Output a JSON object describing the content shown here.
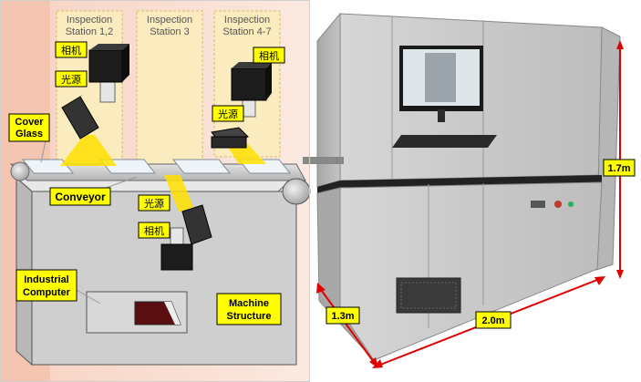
{
  "stations": [
    {
      "line1": "Inspection",
      "line2": "Station 1,2"
    },
    {
      "line1": "Inspection",
      "line2": "Station 3"
    },
    {
      "line1": "Inspection",
      "line2": "Station 4-7"
    }
  ],
  "labels": {
    "camera": "相机",
    "light_source": "光源",
    "cover_glass_1": "Cover",
    "cover_glass_2": "Glass",
    "conveyor": "Conveyor",
    "industrial_computer_1": "Industrial",
    "industrial_computer_2": "Computer",
    "machine_structure_1": "Machine",
    "machine_structure_2": "Structure"
  },
  "dimensions": {
    "height": "1.7m",
    "depth": "1.3m",
    "width": "2.0m"
  },
  "colors": {
    "label_fill": "#ffff00",
    "station_fill": "#fbecbf",
    "beam": "#ffe000",
    "dimension_line": "#e00000",
    "machine_body": "#c9c9c9",
    "diagram_frame": "#cfcfcf"
  }
}
